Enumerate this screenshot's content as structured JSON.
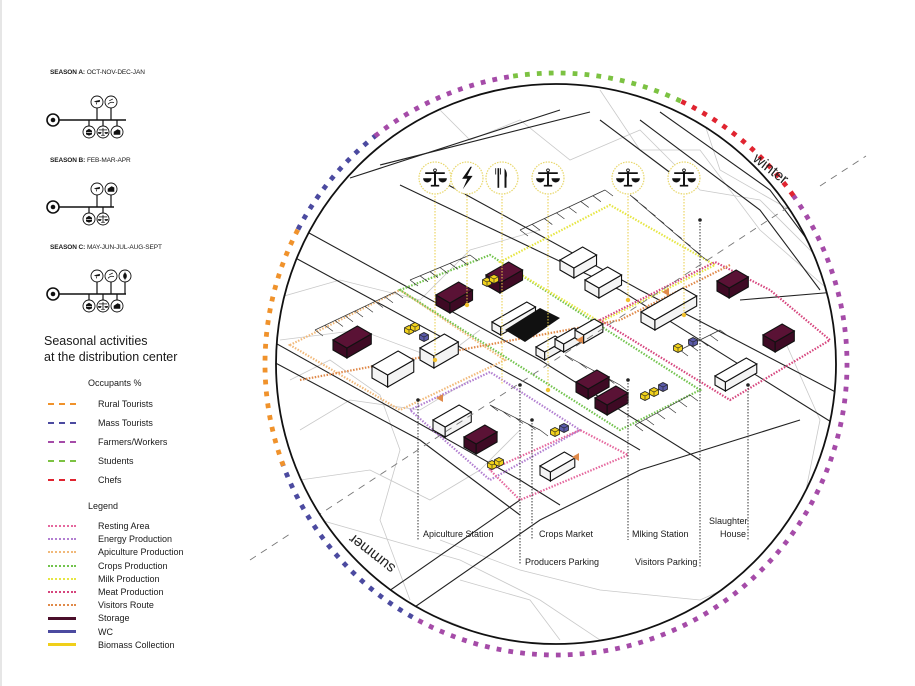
{
  "seasons": [
    {
      "id": "A",
      "prefix": "SEASON A:",
      "months": "OCT-NOV-DEC-JAN",
      "top_icons": [
        "meat-icon",
        "milk-icon"
      ],
      "bottom_icons": [
        "honey-icon",
        "scale-icon",
        "storage-icon"
      ]
    },
    {
      "id": "B",
      "prefix": "SEASON B:",
      "months": "FEB-MAR-APR",
      "top_icons": [
        "meat-icon",
        "storage-icon"
      ],
      "bottom_icons": [
        "honey-icon",
        "scale-icon"
      ]
    },
    {
      "id": "C",
      "prefix": "SEASON C:",
      "months": "MAY-JUN-JUL-AUG-SEPT",
      "top_icons": [
        "meat-icon",
        "milk-icon",
        "crops-icon"
      ],
      "bottom_icons": [
        "honey-icon",
        "scale-icon",
        "storage-icon"
      ]
    }
  ],
  "heading": {
    "line1": "Seasonal activities",
    "line2": "at the distribution center"
  },
  "occupants": {
    "title": "Occupants %",
    "items": [
      {
        "label": "Rural Tourists",
        "color": "#f0922b"
      },
      {
        "label": "Mass Tourists",
        "color": "#4b4aa0"
      },
      {
        "label": "Farmers/Workers",
        "color": "#a54ba8"
      },
      {
        "label": "Students",
        "color": "#7cc242"
      },
      {
        "label": "Chefs",
        "color": "#e02430"
      }
    ]
  },
  "legend": {
    "title": "Legend",
    "items": [
      {
        "label": "Resting Area",
        "color": "#e5689e",
        "style": "dotted"
      },
      {
        "label": "Energy Production",
        "color": "#b27fd1",
        "style": "dotted"
      },
      {
        "label": "Apiculture Production",
        "color": "#f1b97a",
        "style": "dotted"
      },
      {
        "label": "Crops Production",
        "color": "#72c34d",
        "style": "dotted"
      },
      {
        "label": "Milk Production",
        "color": "#e6e642",
        "style": "dotted"
      },
      {
        "label": "Meat Production",
        "color": "#d6457d",
        "style": "dotted"
      },
      {
        "label": "Visitors Route",
        "color": "#e08a4a",
        "style": "dotted"
      },
      {
        "label": "Storage",
        "color": "#4a0f2a",
        "style": "solid"
      },
      {
        "label": "WC",
        "color": "#4b4aa0",
        "style": "solid"
      },
      {
        "label": "Biomass Collection",
        "color": "#f0cf1a",
        "style": "solid"
      }
    ]
  },
  "top_icons": [
    "scale-icon",
    "lightning-icon",
    "fork-knife-icon",
    "scale-icon",
    "scale-icon",
    "scale-icon"
  ],
  "plan_labels": [
    {
      "text": "Apiculture Station"
    },
    {
      "text": "Crops Market"
    },
    {
      "text": "Mlking Station"
    },
    {
      "text": "Slaughter"
    },
    {
      "text": "House"
    },
    {
      "text": "Producers Parking"
    },
    {
      "text": "Visitors Parking"
    }
  ],
  "season_words": {
    "winter": "winter",
    "summer": "summer"
  },
  "ring_segments": [
    {
      "occupant": "Farmers/Workers",
      "color": "#a54ba8",
      "from_deg": -115,
      "to_deg": 120
    },
    {
      "occupant": "Mass Tourists",
      "color": "#4b4aa0",
      "from_deg": 120,
      "to_deg": 160
    },
    {
      "occupant": "Rural Tourists",
      "color": "#f0922b",
      "from_deg": 160,
      "to_deg": 208
    },
    {
      "occupant": "Mass Tourists",
      "color": "#4b4aa0",
      "from_deg": 208,
      "to_deg": 232
    },
    {
      "occupant": "Farmers/Workers",
      "color": "#a54ba8",
      "from_deg": 232,
      "to_deg": 262
    },
    {
      "occupant": "Students",
      "color": "#7cc242",
      "from_deg": 262,
      "to_deg": 296
    },
    {
      "occupant": "Chefs",
      "color": "#e02430",
      "from_deg": 296,
      "to_deg": 325
    },
    {
      "occupant": "Farmers/Workers",
      "color": "#a54ba8",
      "from_deg": 325,
      "to_deg": 245
    }
  ],
  "colors": {
    "storage": "#4a0f2a",
    "wc": "#5a5aa8",
    "biomass": "#f2d21b",
    "icon_ring": "#e8d76a"
  }
}
